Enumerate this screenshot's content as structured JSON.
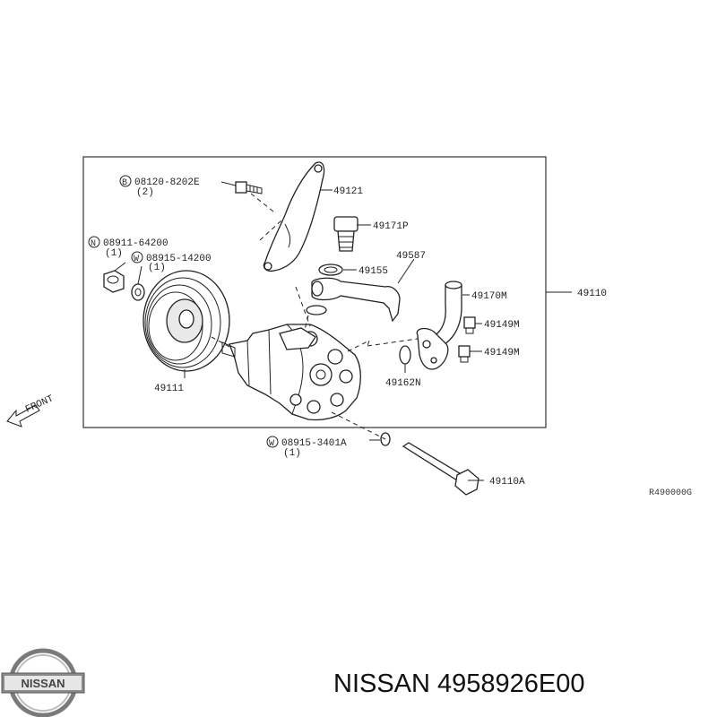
{
  "diagram": {
    "labels": {
      "bolt_8202e": "08120-8202E",
      "bolt_8202e_qty": "(2)",
      "bolt_8202e_circle": "B",
      "p49121": "49121",
      "p49171p": "49171P",
      "nut_64200": "08911-64200",
      "nut_64200_qty": "(1)",
      "nut_64200_circle": "N",
      "washer_14200": "08915-14200",
      "washer_14200_qty": "(1)",
      "washer_14200_circle": "W",
      "p49587": "49587",
      "p49155": "49155",
      "p49170m": "49170M",
      "p49110": "49110",
      "p49149m_a": "49149M",
      "p49149m_b": "49149M",
      "p49162n": "49162N",
      "p49111": "49111",
      "front": "FRONT",
      "washer_3401a": "08915-3401A",
      "washer_3401a_qty": "(1)",
      "washer_3401a_circle": "W",
      "p49110a": "49110A",
      "ref_code": "R490000G"
    },
    "logo_text": "NISSAN",
    "caption": "NISSAN 4958926E00"
  }
}
